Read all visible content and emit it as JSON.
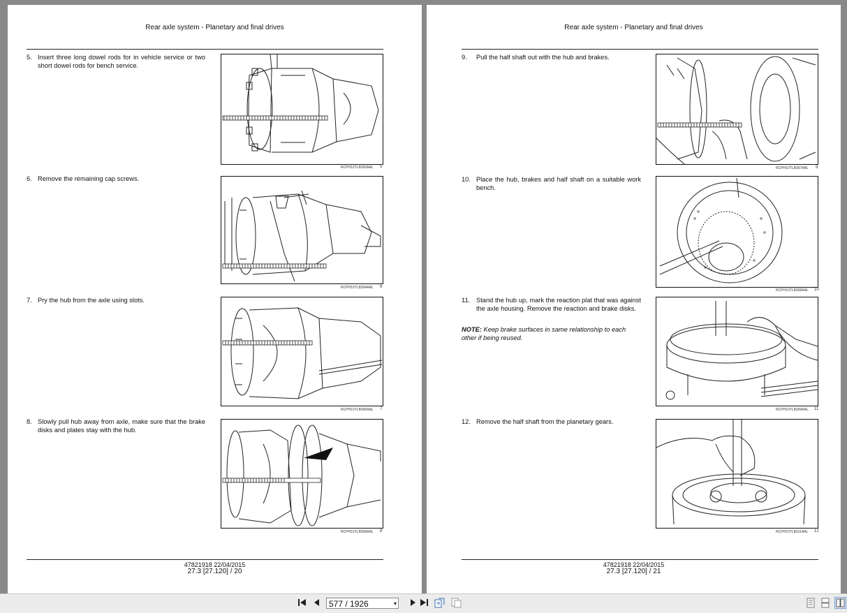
{
  "left_page": {
    "header": "Rear axle system - Planetary and final drives",
    "steps": [
      {
        "num": "5.",
        "text": "Insert three long dowel rods for in vehicle service or two short dowel rods for bench service.",
        "fig_id": "RCPH10TLB393AAL",
        "fig_num": "5"
      },
      {
        "num": "6.",
        "text": "Remove the remaining cap screws.",
        "fig_id": "RCPH10TLB394AAL",
        "fig_num": "6"
      },
      {
        "num": "7.",
        "text": "Pry the hub from the axle using slots.",
        "fig_id": "RCPH10TLB395AAL",
        "fig_num": "7"
      },
      {
        "num": "8.",
        "text": "Slowly pull hub away from axle, make sure that the brake disks and plates stay with the hub.",
        "fig_id": "RCPH10TLB396AAL",
        "fig_num": "8"
      }
    ],
    "footer_doc": "47821918 22/04/2015",
    "footer_page": "27.3 [27.120] / 20"
  },
  "right_page": {
    "header": "Rear axle system - Planetary and final drives",
    "steps": [
      {
        "num": "9.",
        "text": "Pull the half shaft out with the hub and brakes.",
        "fig_id": "RCPH10TLB397AAL",
        "fig_num": "9"
      },
      {
        "num": "10.",
        "text": "Place the hub, brakes and half shaft on a suitable work bench.",
        "fig_id": "RCPH10TLB398AAL",
        "fig_num": "10"
      },
      {
        "num": "11.",
        "text": "Stand the hub up, mark the reaction plat that was against the axle housing. Remove the reaction and brake disks.",
        "fig_id": "RCPH10TLB399AAL",
        "fig_num": "11"
      },
      {
        "num": "12.",
        "text": "Remove the half shaft from the planetary gears.",
        "fig_id": "RCPH10TLB311AAL",
        "fig_num": "12"
      }
    ],
    "note_label": "NOTE:",
    "note_text": "Keep brake surfaces in same relationship to each other if being reused.",
    "footer_doc": "47821918 22/04/2015",
    "footer_page": "27.3 [27.120] / 21"
  },
  "toolbar": {
    "first_icon": "first-page-icon",
    "prev_icon": "previous-page-icon",
    "page_value": "577 / 1926",
    "next_icon": "next-page-icon",
    "last_icon": "last-page-icon",
    "rotate_icon": "rotate-page-icon",
    "fit_icon": "fit-page-icon",
    "view_icons": [
      "single-page-view-icon",
      "continuous-view-icon",
      "two-page-view-icon"
    ]
  }
}
